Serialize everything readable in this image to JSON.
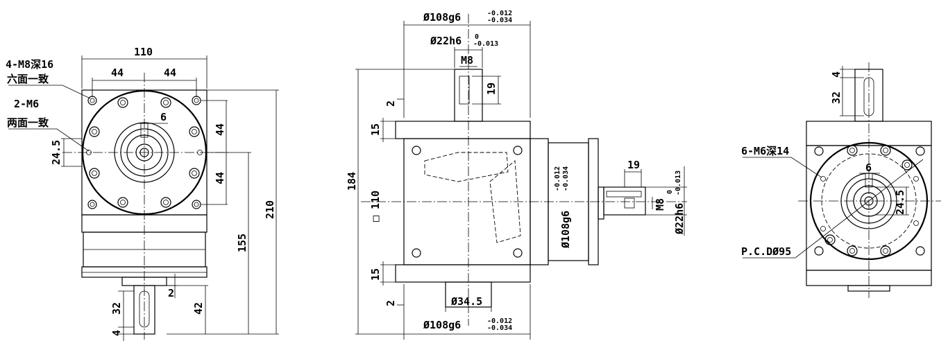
{
  "front_view": {
    "note_holes_8": "4-M8深16",
    "note_holes_8_sub": "六面一致",
    "note_holes_6": "2-M6",
    "note_holes_6_sub": "两面一致",
    "dim_width": "110",
    "dim_left_44": "44",
    "dim_right_44": "44",
    "dim_key": "6",
    "dim_side_a": "24.5",
    "dim_vert_44a": "44",
    "dim_vert_44b": "44",
    "dim_155": "155",
    "dim_210": "210",
    "dim_2": "2",
    "dim_32": "32",
    "dim_42": "42",
    "dim_4": "4"
  },
  "side_view": {
    "dim_top_bore": "Ø108g6",
    "dim_top_bore_tol_upper": "-0.012",
    "dim_top_bore_tol_lower": "-0.034",
    "dim_shaft": "Ø22h6",
    "dim_shaft_tol_upper": "0",
    "dim_shaft_tol_lower": "-0.013",
    "dim_m8": "M8",
    "dim_19": "19",
    "dim_2_top": "2",
    "dim_15_top": "15",
    "dim_184": "184",
    "dim_square": "□ 110",
    "dim_15_bot": "15",
    "dim_2_bot": "2",
    "dim_bottom_boss": "Ø34.5",
    "dim_bottom_bore": "Ø108g6",
    "dim_bottom_bore_tol_upper": "-0.012",
    "dim_bottom_bore_tol_lower": "-0.034",
    "dim_flange": "Ø108g6",
    "dim_flange_tol_upper": "-0.012",
    "dim_flange_tol_lower": "-0.034",
    "dim_19_right": "19",
    "dim_m8_right": "M8",
    "dim_shaft_right": "Ø22h6",
    "dim_shaft_right_tol_upper": "0",
    "dim_shaft_right_tol_lower": "-0.013"
  },
  "right_view": {
    "dim_4": "4",
    "dim_32": "32",
    "note_holes": "6-M6深14",
    "dim_key": "6",
    "dim_side": "24.5",
    "note_pcd": "P.C.DØ95"
  }
}
